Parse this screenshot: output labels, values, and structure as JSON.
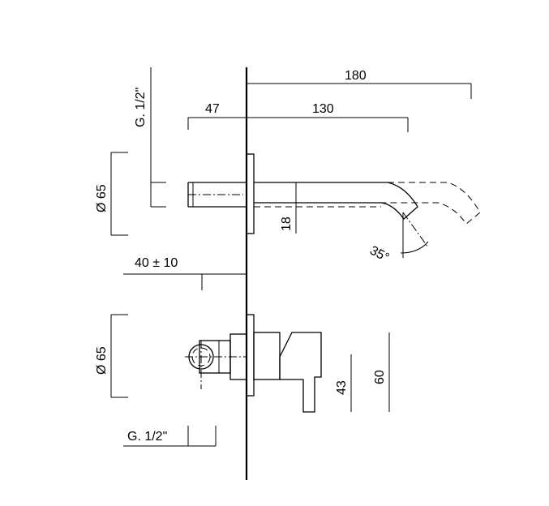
{
  "dimensions": {
    "d180": "180",
    "d47": "47",
    "d130": "130",
    "g_thread_top": "G. 1/2\"",
    "dia65_top": "Ø 65",
    "d18": "18",
    "angle35": "35°",
    "d40": "40 ± 10",
    "dia65_bottom": "Ø 65",
    "d43": "43",
    "d60": "60",
    "g_thread_bottom": "G. 1/2\""
  }
}
